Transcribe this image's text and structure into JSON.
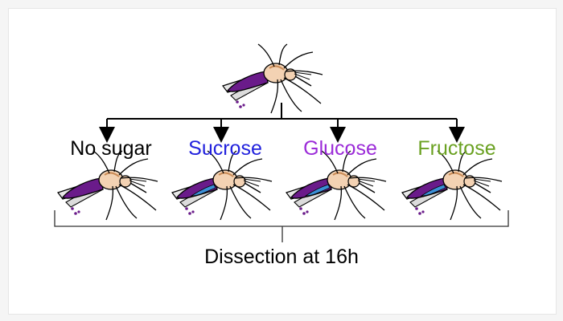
{
  "groups": [
    {
      "label": "No sugar",
      "color": "#000000",
      "abdomen": "plain"
    },
    {
      "label": "Sucrose",
      "color": "#2222dd",
      "abdomen": "blue"
    },
    {
      "label": "Glucose",
      "color": "#9b2bd8",
      "abdomen": "blue"
    },
    {
      "label": "Fructose",
      "color": "#6aa121",
      "abdomen": "blue"
    }
  ],
  "caption": "Dissection at 16h",
  "colors": {
    "blood_meal": "#6a1b8a",
    "sugar_meal": "#3b8fd6",
    "body_pale": "#f3d2b3",
    "outline": "#000000"
  }
}
